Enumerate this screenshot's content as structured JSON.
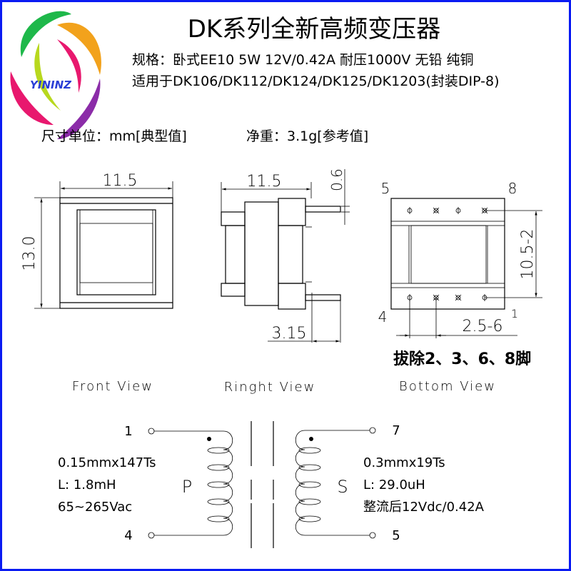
{
  "logo": {
    "text": "YININZ",
    "colors": [
      "#1eb84a",
      "#f2a21c",
      "#e8186e",
      "#8b2ca8",
      "#2b3fd6"
    ]
  },
  "header": {
    "title": "DK系列全新高频变压器",
    "spec_line": "规格：卧式EE10 5W 12V/0.42A 耐压1000V 无铅 纯铜",
    "applicable_line": "适用于DK106/DK112/DK124/DK125/DK1203(封装DIP-8)"
  },
  "info": {
    "units": "尺寸单位：mm[典型值]",
    "weight": "净重：3.1g[参考值]"
  },
  "front_view": {
    "label": "Front View",
    "width_dim": "11.5",
    "height_dim": "13.0"
  },
  "right_view": {
    "label": "Ringht View",
    "width_dim": "11.5",
    "pin_dim": "0.6",
    "pin_length_dim": "3.15"
  },
  "bottom_view": {
    "label": "Bottom View",
    "pin_labels": [
      "5",
      "8",
      "4",
      "1"
    ],
    "row_spacing_dim": "10.5-2",
    "pin_pitch_dim": "2.5-6",
    "note": "拔除2、3、6、8脚"
  },
  "schematic": {
    "primary": {
      "pin_top": "1",
      "pin_bottom": "4",
      "symbol": "P",
      "wire": "0.15mmx147Ts",
      "inductance": "L: 1.8mH",
      "voltage": "65~265Vac"
    },
    "secondary": {
      "pin_top": "7",
      "pin_bottom": "5",
      "symbol": "S",
      "wire": "0.3mmx19Ts",
      "inductance": "L: 29.0uH",
      "output": "整流后12Vdc/0.42A"
    }
  }
}
